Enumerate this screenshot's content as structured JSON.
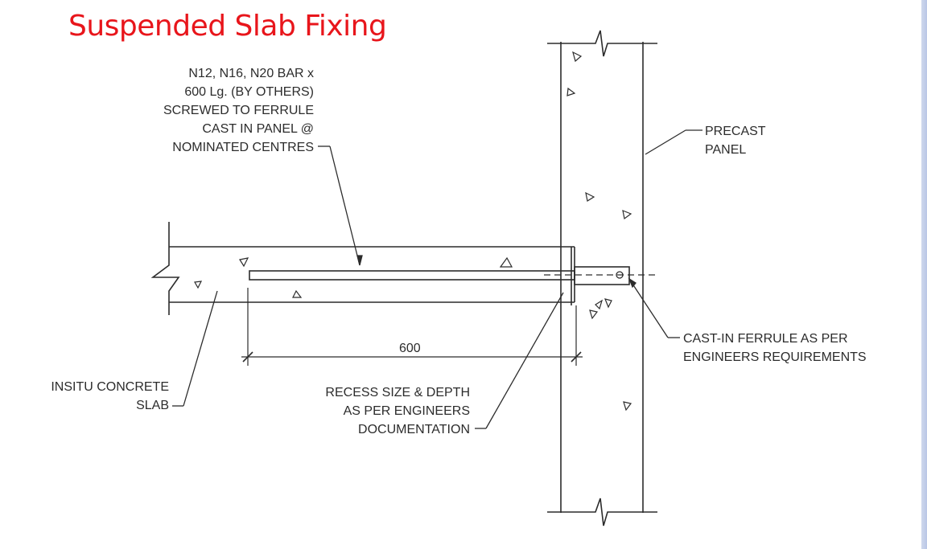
{
  "title": "Suspended Slab Fixing",
  "labels": {
    "bar": [
      "N12, N16, N20 BAR x",
      "600 Lg. (BY OTHERS)",
      "SCREWED TO  FERRULE",
      "CAST IN PANEL @",
      "NOMINATED CENTRES"
    ],
    "panel": [
      "PRECAST",
      "PANEL"
    ],
    "ferrule": [
      "CAST-IN FERRULE AS PER",
      "ENGINEERS REQUIREMENTS"
    ],
    "dimension": "600",
    "slab": [
      "INSITU CONCRETE",
      "SLAB"
    ],
    "recess": [
      "RECESS SIZE & DEPTH",
      "AS PER ENGINEERS",
      "DOCUMENTATION"
    ]
  },
  "colors": {
    "title": "#e8151b",
    "line": "#2c2c2c",
    "edge_bar": "#c3cde8"
  }
}
